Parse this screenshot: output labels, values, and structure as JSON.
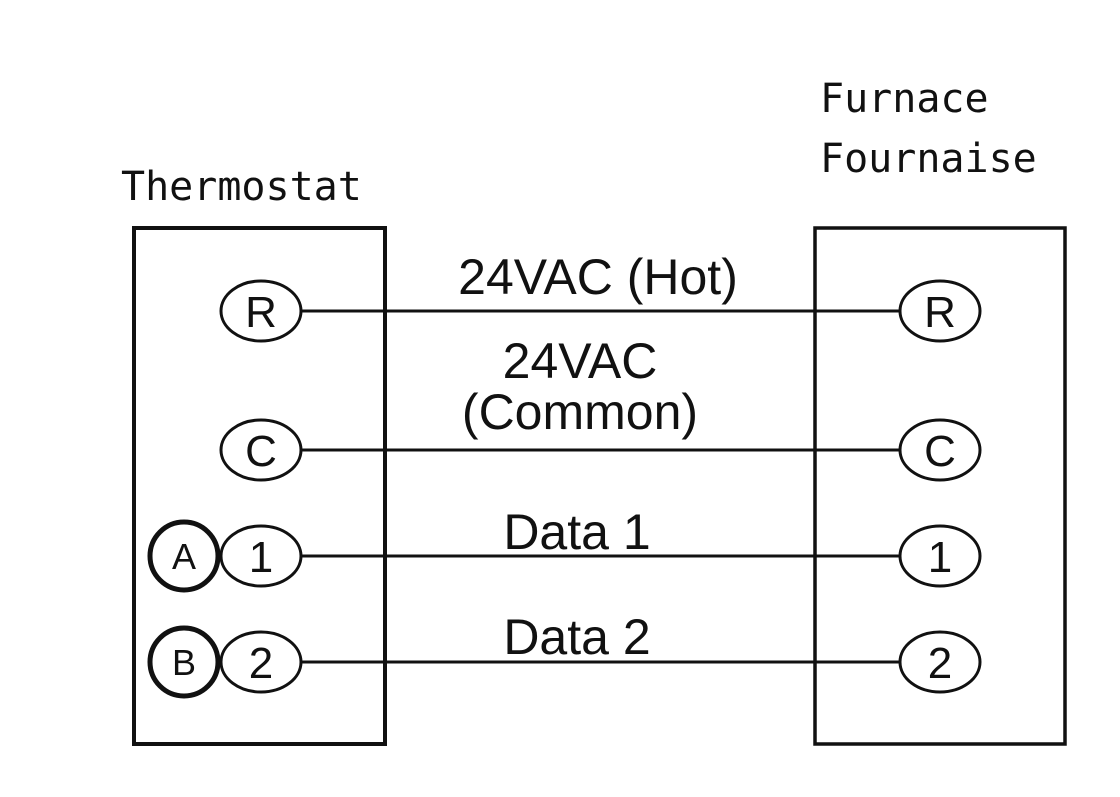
{
  "thermostat": {
    "title": "Thermostat",
    "terminals": [
      "R",
      "C",
      "1",
      "2"
    ],
    "extra_terminals": [
      "A",
      "B"
    ]
  },
  "furnace": {
    "title_line1": "Furnace",
    "title_line2": "Fournaise",
    "terminals": [
      "R",
      "C",
      "1",
      "2"
    ]
  },
  "wires": {
    "r_label": "24VAC (Hot)",
    "c_label_line1": "24VAC",
    "c_label_line2": "(Common)",
    "data1_label": "Data 1",
    "data2_label": "Data 2"
  }
}
